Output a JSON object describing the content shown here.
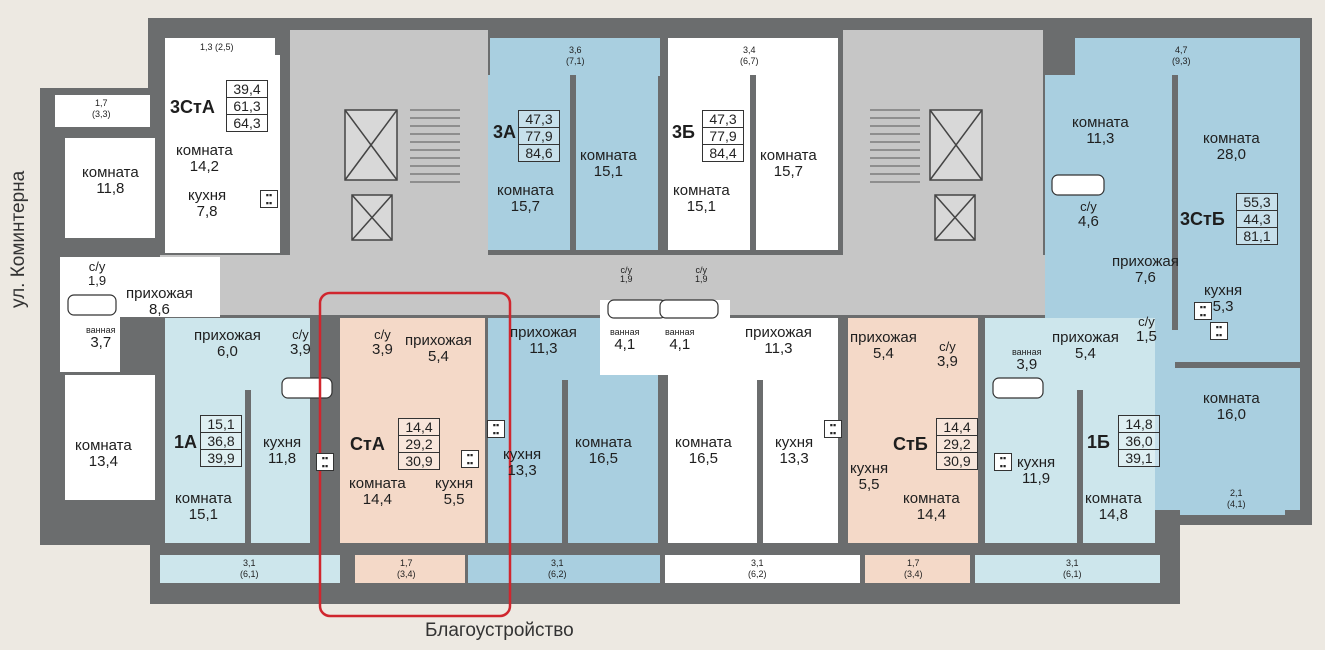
{
  "street_label": "ул. Коминтерна",
  "footer_label": "Благоустройство",
  "icons": [
    "stove-icon",
    "bathtub-icon",
    "toilet-icon",
    "sink-icon",
    "elevator-icon",
    "stairs-icon"
  ],
  "colors": {
    "wall": "#6b6d6e",
    "corridor": "#c6c6c6",
    "studio_peach": "#f4d9c8",
    "blue": "#a9cfe0",
    "light_blue": "#cde6ec",
    "white": "#ffffff",
    "highlight": "#d0262e"
  },
  "apartments": [
    {
      "code": "3СтА",
      "areas": [
        "39,4",
        "61,3",
        "64,3"
      ]
    },
    {
      "code": "3А",
      "areas": [
        "47,3",
        "77,9",
        "84,6"
      ]
    },
    {
      "code": "3Б",
      "areas": [
        "47,3",
        "77,9",
        "84,4"
      ]
    },
    {
      "code": "3СтБ",
      "areas": [
        "55,3",
        "44,3",
        "81,1"
      ]
    },
    {
      "code": "1А",
      "areas": [
        "15,1",
        "36,8",
        "39,9"
      ]
    },
    {
      "code": "СтА",
      "areas": [
        "14,4",
        "29,2",
        "30,9"
      ]
    },
    {
      "code": "СтБ",
      "areas": [
        "14,4",
        "29,2",
        "30,9"
      ]
    },
    {
      "code": "1Б",
      "areas": [
        "14,8",
        "36,0",
        "39,1"
      ]
    }
  ],
  "rooms": [
    {
      "name": "комната",
      "area": "11,8"
    },
    {
      "name": "комната",
      "area": "14,2"
    },
    {
      "name": "кухня",
      "area": "7,8"
    },
    {
      "name": "с/у",
      "area": "1,9"
    },
    {
      "name": "прихожая",
      "area": "8,6"
    },
    {
      "name": "ванная",
      "area": "3,7"
    },
    {
      "name": "комната",
      "area": "13,4"
    },
    {
      "name": "комната",
      "area": "15,7"
    },
    {
      "name": "комната",
      "area": "15,1"
    },
    {
      "name": "комната",
      "area": "15,1"
    },
    {
      "name": "комната",
      "area": "15,7"
    },
    {
      "name": "комната",
      "area": "11,3"
    },
    {
      "name": "комната",
      "area": "28,0"
    },
    {
      "name": "с/у",
      "area": "4,6"
    },
    {
      "name": "прихожая",
      "area": "7,6"
    },
    {
      "name": "кухня",
      "area": "5,3"
    },
    {
      "name": "с/у",
      "area": "1,5"
    },
    {
      "name": "комната",
      "area": "16,0"
    },
    {
      "name": "прихожая",
      "area": "6,0"
    },
    {
      "name": "с/у",
      "area": "3,9"
    },
    {
      "name": "кухня",
      "area": "11,8"
    },
    {
      "name": "комната",
      "area": "15,1"
    },
    {
      "name": "с/у",
      "area": "3,9"
    },
    {
      "name": "прихожая",
      "area": "5,4"
    },
    {
      "name": "комната",
      "area": "14,4"
    },
    {
      "name": "кухня",
      "area": "5,5"
    },
    {
      "name": "прихожая",
      "area": "11,3"
    },
    {
      "name": "кухня",
      "area": "13,3"
    },
    {
      "name": "комната",
      "area": "16,5"
    },
    {
      "name": "ванная",
      "area": "4,1"
    },
    {
      "name": "ванная",
      "area": "4,1"
    },
    {
      "name": "прихожая",
      "area": "11,3"
    },
    {
      "name": "комната",
      "area": "16,5"
    },
    {
      "name": "кухня",
      "area": "13,3"
    },
    {
      "name": "прихожая",
      "area": "5,4"
    },
    {
      "name": "с/у",
      "area": "3,9"
    },
    {
      "name": "кухня",
      "area": "5,5"
    },
    {
      "name": "комната",
      "area": "14,4"
    },
    {
      "name": "ванная",
      "area": "3,9"
    },
    {
      "name": "прихожая",
      "area": "5,4"
    },
    {
      "name": "кухня",
      "area": "11,9"
    },
    {
      "name": "комната",
      "area": "14,8"
    }
  ],
  "small_labels": [
    "с/у",
    "1,9",
    "с/у",
    "1,9"
  ],
  "balconies": [
    {
      "a": "1,3 (2,5)"
    },
    {
      "a": "1,7",
      "b": "(3,3)"
    },
    {
      "a": "3,6",
      "b": "(7,1)"
    },
    {
      "a": "3,4",
      "b": "(6,7)"
    },
    {
      "a": "4,7",
      "b": "(9,3)"
    },
    {
      "a": "2,1",
      "b": "(4,1)"
    },
    {
      "a": "3,1",
      "b": "(6,1)"
    },
    {
      "a": "1,7",
      "b": "(3,4)"
    },
    {
      "a": "3,1",
      "b": "(6,2)"
    },
    {
      "a": "3,1",
      "b": "(6,2)"
    },
    {
      "a": "1,7",
      "b": "(3,4)"
    },
    {
      "a": "3,1",
      "b": "(6,1)"
    }
  ]
}
